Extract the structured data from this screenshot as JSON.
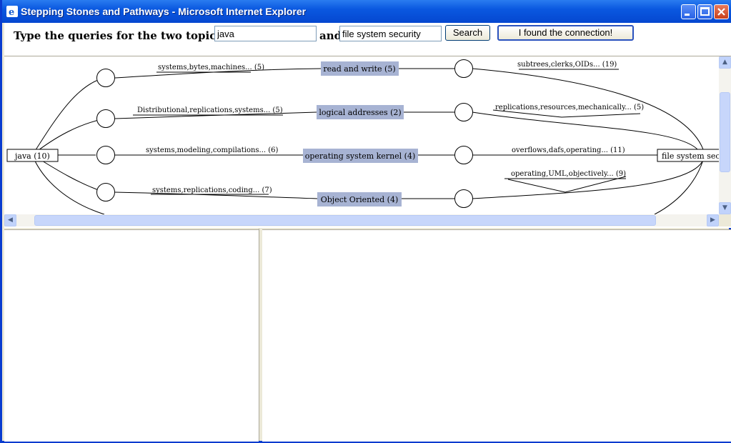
{
  "window": {
    "title": "Stepping Stones and Pathways - Microsoft Internet Explorer",
    "app_icon": "ie-icon"
  },
  "query": {
    "prompt": "Type the queries for the two topics here:",
    "topic_a": "java",
    "and_label": "and",
    "topic_b": "file system security",
    "search_label": "Search",
    "found_label": "I found the connection!"
  },
  "graph": {
    "source": "java (10)",
    "target": "file system sec",
    "stones": [
      {
        "label": "read and write (5)",
        "left_keywords": "systems,bytes,machines... (5)",
        "right_keywords": "subtrees,clerks,OIDs... (19)"
      },
      {
        "label": "logical addresses (2)",
        "left_keywords": "Distributional,replications,systems... (5)",
        "right_keywords": "replications,resources,mechanically... (5)"
      },
      {
        "label": "operating system kernel (4)",
        "left_keywords": "systems,modeling,compilations... (6)",
        "right_keywords": "overflows,dafs,operating... (11)"
      },
      {
        "label": "Object Oriented (4)",
        "left_keywords": "systems,replications,coding... (7)",
        "right_keywords": "operating,UML,objectively... (9)"
      }
    ],
    "colors": {
      "stone_fill": "#a7b3d3",
      "line": "#000000"
    }
  }
}
